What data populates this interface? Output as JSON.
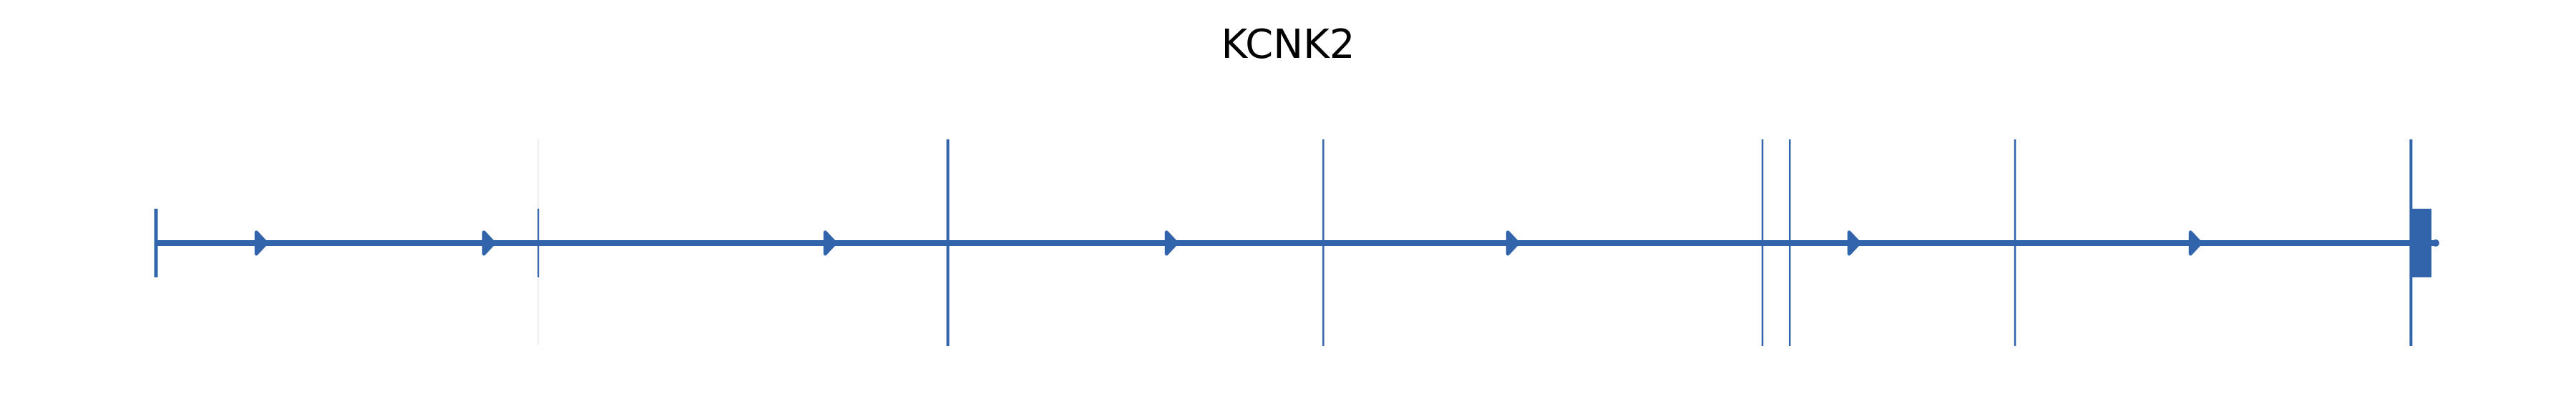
{
  "chart_data": {
    "type": "gene-structure",
    "title": "KCNK2",
    "color": "#3264ab",
    "strand": "+",
    "gene_range": [
      0,
      1000
    ],
    "faint_marker": 168,
    "exon_markers": [
      {
        "pos": 0,
        "style": "short"
      },
      {
        "pos": 348,
        "style": "tall-thick"
      },
      {
        "pos": 513,
        "style": "tall"
      },
      {
        "pos": 706,
        "style": "tall"
      },
      {
        "pos": 718,
        "style": "tall"
      },
      {
        "pos": 817,
        "style": "tall"
      },
      {
        "pos": 991,
        "style": "tall-thick"
      }
    ],
    "end_block": [
      991,
      1000
    ],
    "arrow_positions": [
      46,
      146,
      296,
      446,
      596,
      746,
      896
    ]
  }
}
